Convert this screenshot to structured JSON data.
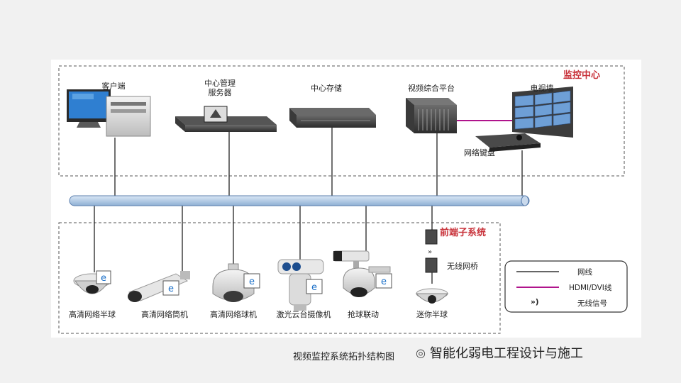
{
  "monitoring_center": {
    "title": "监控中心",
    "devices": {
      "client": "客户端",
      "mgmt_server_line1": "中心管理",
      "mgmt_server_line2": "服务器",
      "storage": "中心存储",
      "platform": "视频综合平台",
      "tv_wall": "电视墙",
      "keyboard": "网络键盘"
    }
  },
  "front_end": {
    "title": "前端子系统",
    "devices": {
      "dome": "高清网络半球",
      "bullet": "高清网络筒机",
      "speed_dome": "高清网络球机",
      "laser_ptz": "激光云台摄像机",
      "linkage": "抢球联动",
      "mini_dome": "迷你半球",
      "bridge": "无线网桥"
    }
  },
  "legend": {
    "network": "网线",
    "hdmi": "HDMI/DVI线",
    "wireless": "无线信号",
    "wireless_symbol": "»)",
    "colors": {
      "network": "#333333",
      "hdmi": "#b0148c"
    }
  },
  "caption": "视频监控系统拓扑结构图",
  "brand": "智能化弱电工程设计与施工",
  "brand_icon": "wechat-icon"
}
